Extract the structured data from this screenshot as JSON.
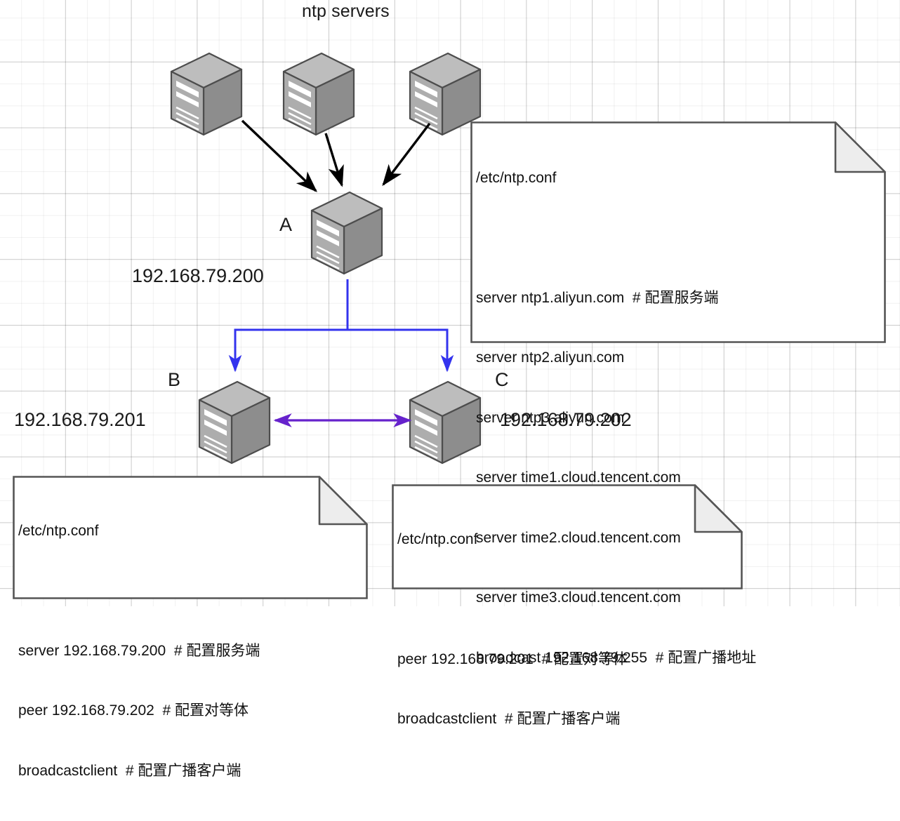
{
  "diagram": {
    "title": "ntp servers",
    "type": "network-topology"
  },
  "nodes": {
    "upstream": [
      {
        "id": "ntp-upstream-1",
        "icon": "server-icon"
      },
      {
        "id": "ntp-upstream-2",
        "icon": "server-icon"
      },
      {
        "id": "ntp-upstream-3",
        "icon": "server-icon"
      }
    ],
    "a": {
      "letter": "A",
      "ip": "192.168.79.200",
      "icon": "server-icon"
    },
    "b": {
      "letter": "B",
      "ip": "192.168.79.201",
      "icon": "server-icon"
    },
    "c": {
      "letter": "C",
      "ip": "192.168.79.202",
      "icon": "server-icon"
    }
  },
  "notes": {
    "main": {
      "filename": "/etc/ntp.conf",
      "lines": [
        "server ntp1.aliyun.com  # 配置服务端",
        "server ntp2.aliyun.com",
        "server ntp3.aliyun.com",
        "server time1.cloud.tencent.com",
        "server time2.cloud.tencent.com",
        "server time3.cloud.tencent.com",
        "broadcast 192.168.79.255  # 配置广播地址"
      ]
    },
    "b": {
      "filename": "/etc/ntp.conf",
      "lines": [
        "server 192.168.79.200  # 配置服务端",
        "peer 192.168.79.202  # 配置对等体",
        "broadcastclient  # 配置广播客户端"
      ]
    },
    "c": {
      "filename": "/etc/ntp.conf",
      "lines": [
        "peer 192.168.79.201  # 配置对等体",
        "broadcastclient  # 配置广播客户端"
      ]
    }
  },
  "colors": {
    "arrow_black": "#000000",
    "arrow_blue": "#3333ee",
    "arrow_purple": "#6622cc",
    "server_top": "#b9b9b9",
    "server_front": "#acacac",
    "server_side": "#8a8a8a",
    "server_outline": "#4d4d4d",
    "note_fill": "#ffffff",
    "note_fold": "#ededed",
    "note_border": "#555555",
    "grid_line": "#dddddd",
    "text": "#1a1a1a"
  }
}
